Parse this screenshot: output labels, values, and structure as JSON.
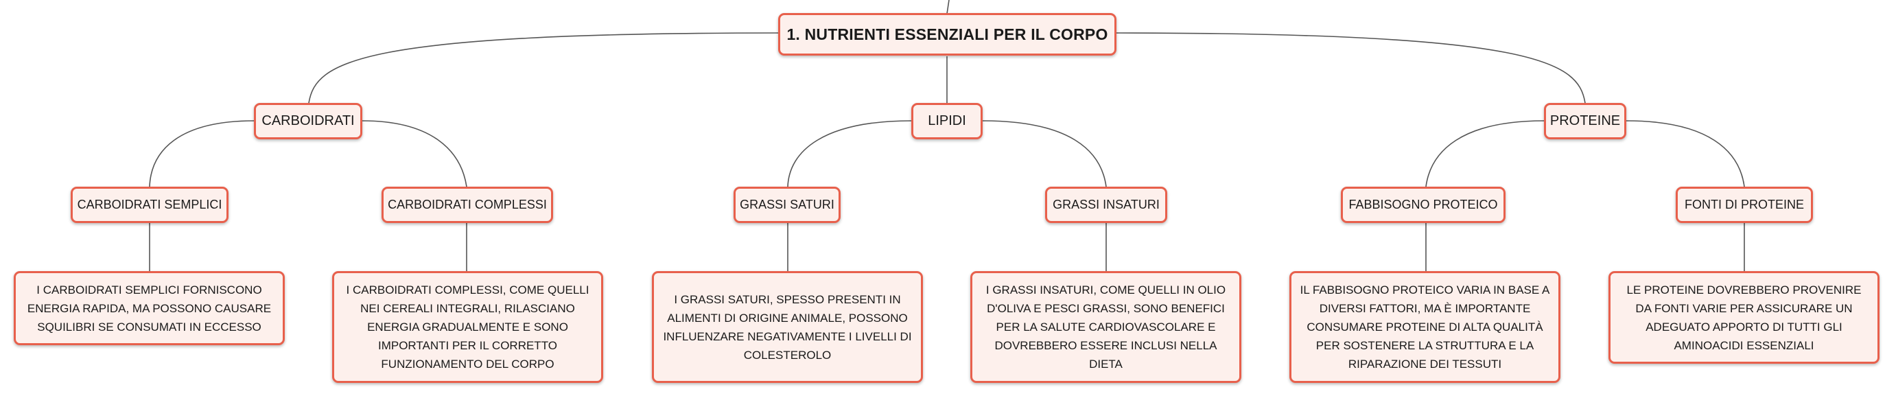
{
  "root": {
    "label": "1. NUTRIENTI ESSENZIALI PER IL CORPO"
  },
  "branches": [
    {
      "label": "CARBOIDRATI",
      "children": [
        {
          "label": "CARBOIDRATI SEMPLICI",
          "detail": "I CARBOIDRATI SEMPLICI FORNISCONO ENERGIA RAPIDA, MA POSSONO CAUSARE SQUILIBRI SE CONSUMATI IN ECCESSO"
        },
        {
          "label": "CARBOIDRATI COMPLESSI",
          "detail": "I CARBOIDRATI COMPLESSI, COME QUELLI NEI CEREALI INTEGRALI, RILASCIANO ENERGIA GRADUALMENTE E SONO IMPORTANTI PER IL CORRETTO FUNZIONAMENTO DEL CORPO"
        }
      ]
    },
    {
      "label": "LIPIDI",
      "children": [
        {
          "label": "GRASSI SATURI",
          "detail": "I GRASSI SATURI, SPESSO PRESENTI IN ALIMENTI DI ORIGINE ANIMALE, POSSONO INFLUENZARE NEGATIVAMENTE I LIVELLI DI COLESTEROLO"
        },
        {
          "label": "GRASSI INSATURI",
          "detail": "I GRASSI INSATURI, COME QUELLI IN OLIO D'OLIVA E PESCI GRASSI, SONO BENEFICI PER LA SALUTE CARDIOVASCOLARE E DOVREBBERO ESSERE INCLUSI NELLA DIETA"
        }
      ]
    },
    {
      "label": "PROTEINE",
      "children": [
        {
          "label": "FABBISOGNO PROTEICO",
          "detail": "IL FABBISOGNO PROTEICO VARIA IN BASE A DIVERSI FATTORI, MA È IMPORTANTE CONSUMARE PROTEINE DI ALTA QUALITÀ PER SOSTENERE LA STRUTTURA E LA RIPARAZIONE DEI TESSUTI"
        },
        {
          "label": "FONTI DI PROTEINE",
          "detail": "LE PROTEINE DOVREBBERO PROVENIRE DA FONTI VARIE PER ASSICURARE UN ADEGUATO APPORTO DI TUTTI GLI AMINOACIDI ESSENZIALI"
        }
      ]
    }
  ],
  "colors": {
    "border": "#e8604c",
    "fill": "#fdf0ec",
    "edge": "#555555"
  }
}
